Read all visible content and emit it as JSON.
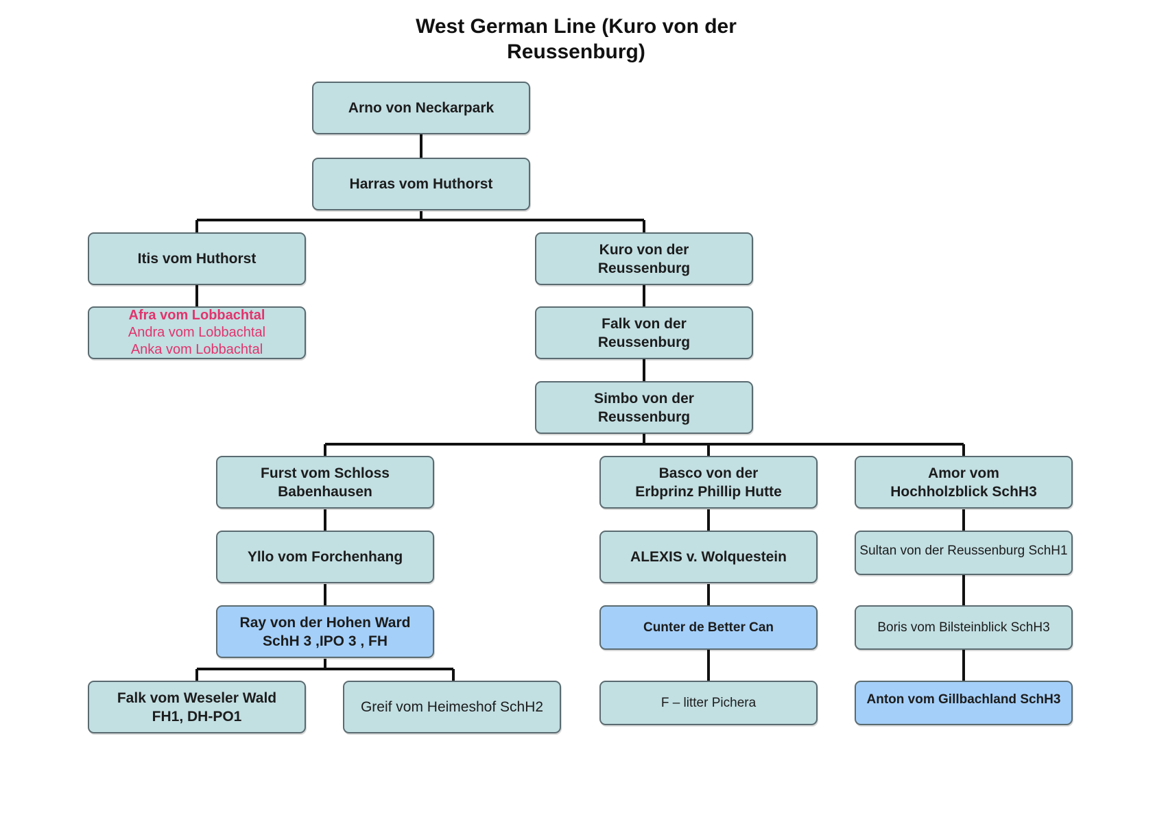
{
  "title": {
    "line1": "West German Line    (Kuro von der",
    "line2": "Reussenburg)"
  },
  "nodes": {
    "arno": "Arno von Neckarpark",
    "harras": "Harras vom Huthorst",
    "itis": "Itis vom Huthorst",
    "afra": "Afra vom Lobbachtal",
    "andra": "Andra vom Lobbachtal",
    "anka": "Anka vom Lobbachtal",
    "kuro": [
      "Kuro von der",
      "Reussenburg"
    ],
    "falk": [
      "Falk von der",
      "Reussenburg"
    ],
    "simbo": [
      "Simbo von der",
      "Reussenburg"
    ],
    "furst": [
      "Furst vom Schloss",
      "Babenhausen"
    ],
    "basco": [
      "Basco von der",
      "Erbprinz Phillip Hutte"
    ],
    "amor": [
      "Amor vom",
      "Hochholzblick SchH3"
    ],
    "yllo": "Yllo vom Forchenhang",
    "alexis": "ALEXIS v. Wolquestein",
    "sultan": "Sultan von der Reussenburg SchH1",
    "ray": [
      "Ray von der Hohen Ward",
      "SchH 3 ,IPO 3 , FH"
    ],
    "cunter": "Cunter de Better Can",
    "boris": "Boris vom Bilsteinblick SchH3",
    "falkw": [
      "Falk vom Weseler Wald",
      "FH1, DH-PO1"
    ],
    "greif": "Greif vom Heimeshof SchH2",
    "flitter": "F – litter Pichera",
    "anton": "Anton vom Gillbachland SchH3"
  },
  "colors": {
    "box": "#c2dfe2",
    "highlight": "#a4cff9",
    "border": "#5a6b70",
    "pink_text": "#e2336c",
    "line": "#111111"
  }
}
